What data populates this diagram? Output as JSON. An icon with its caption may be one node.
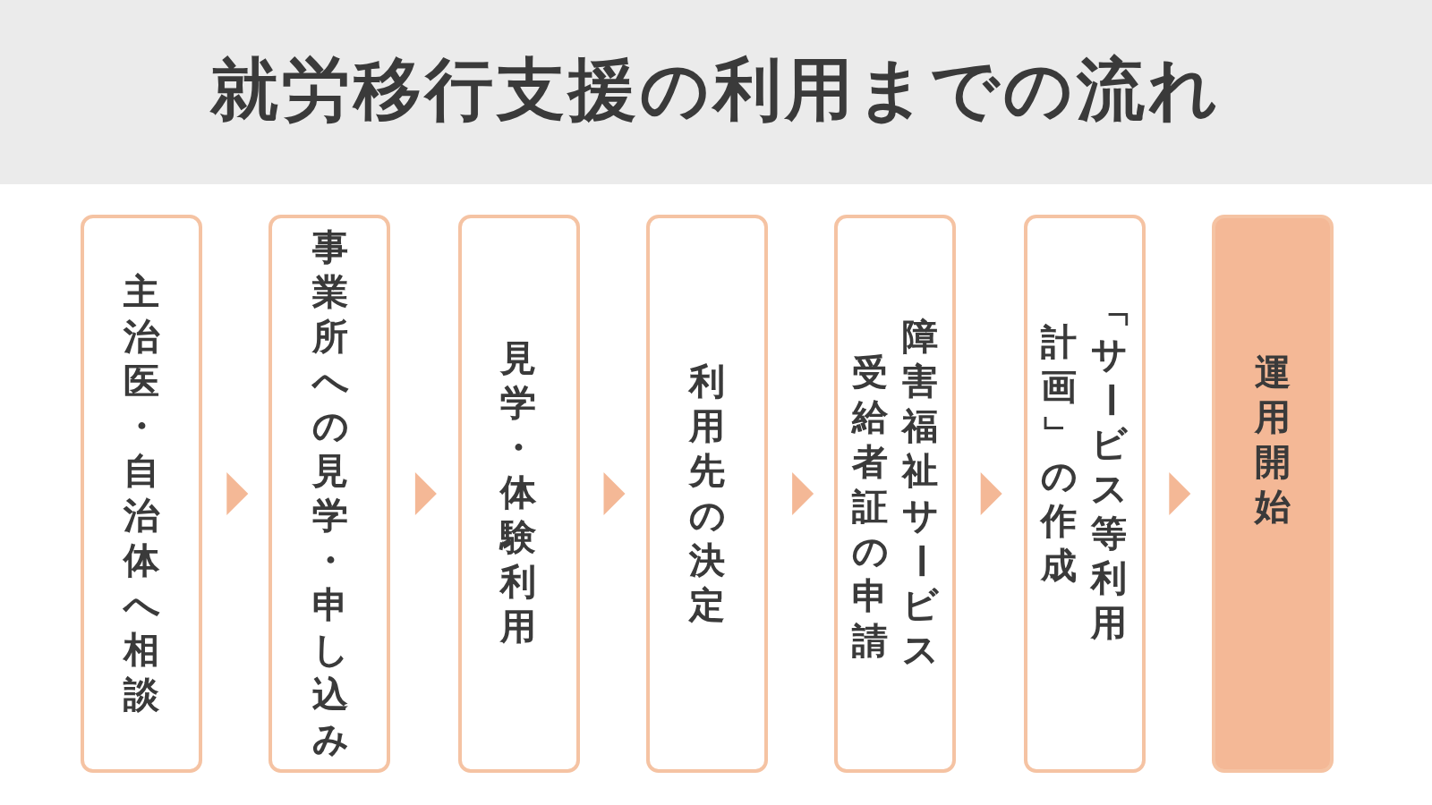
{
  "diagram": {
    "title": "就労移行支援の利用までの流れ",
    "nodes": [
      {
        "text": [
          "主治医・自治体へ相談"
        ]
      },
      {
        "text": [
          "事業所への見学・申し込み"
        ]
      },
      {
        "text": [
          "見学・体験利用"
        ]
      },
      {
        "text": [
          "利用先の決定"
        ]
      },
      {
        "text": [
          "障害福祉サービス",
          "受給者証の申請"
        ]
      },
      {
        "text": [
          "「サービス等利用",
          "計画」の作成"
        ]
      },
      {
        "text": [
          "運用開始"
        ]
      }
    ],
    "edges": [
      {
        "from": 0,
        "to": 1,
        "arrow": "to"
      },
      {
        "from": 1,
        "to": 2,
        "arrow": "to"
      },
      {
        "from": 2,
        "to": 3,
        "arrow": "to"
      },
      {
        "from": 3,
        "to": 4,
        "arrow": "to"
      },
      {
        "from": 4,
        "to": 5,
        "arrow": "to"
      },
      {
        "from": 5,
        "to": 6,
        "arrow": "to"
      }
    ]
  }
}
